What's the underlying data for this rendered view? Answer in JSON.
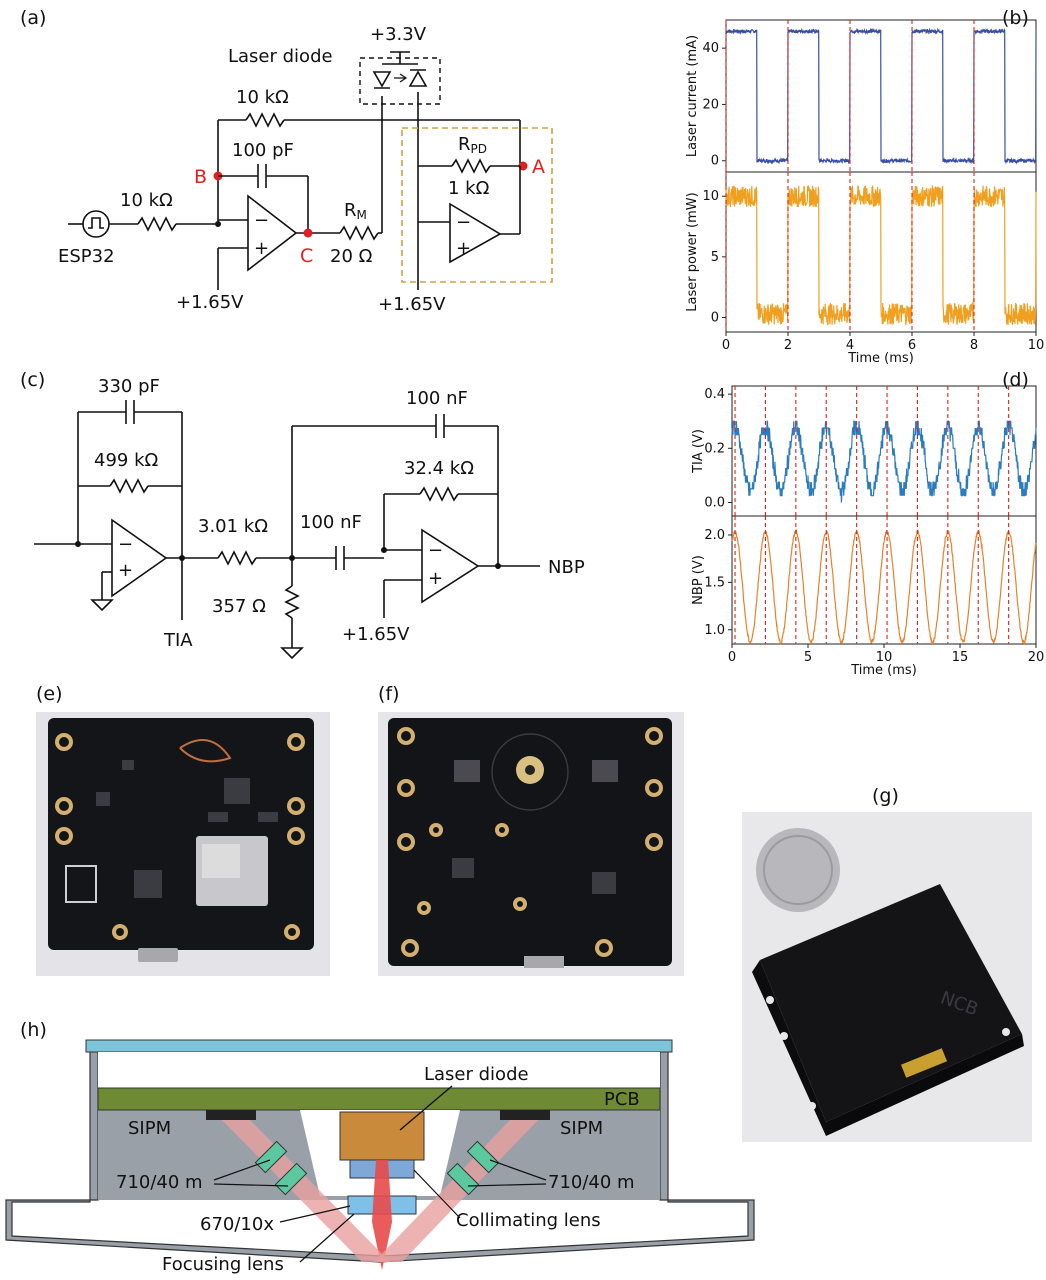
{
  "panels": {
    "a": "(a)",
    "b": "(b)",
    "c": "(c)",
    "d": "(d)",
    "e": "(e)",
    "f": "(f)",
    "g": "(g)",
    "h": "(h)"
  },
  "circuit_a": {
    "laser_diode": "Laser diode",
    "supply": "+3.3V",
    "r_feedback": "10 kΩ",
    "c_feedback": "100 pF",
    "r_input": "10 kΩ",
    "source": "ESP32",
    "rm_label": "R",
    "rm_sub": "M",
    "rm_value": "20 Ω",
    "rpd_label": "R",
    "rpd_sub": "PD",
    "rpd_value": "1 kΩ",
    "bias1": "+1.65V",
    "bias2": "+1.65V",
    "node_a": "A",
    "node_b": "B",
    "node_c": "C",
    "minus": "−",
    "plus": "+"
  },
  "circuit_c": {
    "c_tia": "330 pF",
    "r_tia": "499 kΩ",
    "r_series": "3.01 kΩ",
    "r_shunt": "357 Ω",
    "c_series": "100 nF",
    "c_fb": "100 nF",
    "r_fb": "32.4 kΩ",
    "bias": "+1.65V",
    "out_tia": "TIA",
    "out_nbp": "NBP",
    "minus": "−",
    "plus": "+"
  },
  "chart_data": [
    {
      "type": "line",
      "panel": "b-top",
      "ylabel": "Laser current (mA)",
      "ylim": [
        -4,
        50
      ],
      "yticks": [
        0,
        20,
        40
      ],
      "xlim": [
        0,
        10
      ],
      "color": "#3a4fa0",
      "pattern": {
        "period": 2,
        "duty": 0.5,
        "high": 46,
        "low": 0,
        "noise": 0.6
      },
      "vlines": [
        0,
        2,
        4,
        6,
        8
      ]
    },
    {
      "type": "line",
      "panel": "b-bottom",
      "ylabel": "Laser power (mW)",
      "xlabel": "Time (ms)",
      "ylim": [
        -1.2,
        12
      ],
      "yticks": [
        0,
        5,
        10
      ],
      "xlim": [
        0,
        10
      ],
      "xticks": [
        0,
        2,
        4,
        6,
        8,
        10
      ],
      "color": "#f0a020",
      "pattern": {
        "period": 2,
        "duty": 0.5,
        "high": 10,
        "low": 0.3,
        "noise": 0.9
      },
      "vlines": [
        0,
        2,
        4,
        6,
        8
      ]
    },
    {
      "type": "line",
      "panel": "d-top",
      "ylabel": "TIA (V)",
      "ylim": [
        -0.05,
        0.43
      ],
      "yticks": [
        0.0,
        0.2,
        0.4
      ],
      "xlim": [
        0,
        20
      ],
      "color": "#2b7bbf",
      "pattern": {
        "period": 2,
        "mean": 0.16,
        "amp": 0.12,
        "noise": 0.03
      },
      "vlines": [
        0.2,
        2.2,
        4.2,
        6.2,
        8.2,
        10.2,
        12.2,
        14.2,
        16.2,
        18.2
      ]
    },
    {
      "type": "line",
      "panel": "d-bottom",
      "ylabel": "NBP (V)",
      "xlabel": "Time (ms)",
      "ylim": [
        0.85,
        2.2
      ],
      "yticks": [
        1.0,
        1.5,
        2.0
      ],
      "xlim": [
        0,
        20
      ],
      "xticks": [
        0,
        5,
        10,
        15,
        20
      ],
      "color": "#e8822a",
      "pattern": {
        "period": 2,
        "mean": 1.45,
        "amp": 0.58,
        "noise": 0.02
      },
      "vlines": [
        0.2,
        2.2,
        4.2,
        6.2,
        8.2,
        10.2,
        12.2,
        14.2,
        16.2,
        18.2
      ]
    }
  ],
  "photo_g": {
    "label": "NCB"
  },
  "diagram_h": {
    "laser_diode": "Laser diode",
    "pcb": "PCB",
    "sipm_left": "SIPM",
    "sipm_right": "SIPM",
    "filter_left": "710/40 m",
    "filter_right": "710/40 m",
    "filter_ex": "670/10x",
    "collimating": "Collimating lens",
    "focusing": "Focusing lens"
  }
}
